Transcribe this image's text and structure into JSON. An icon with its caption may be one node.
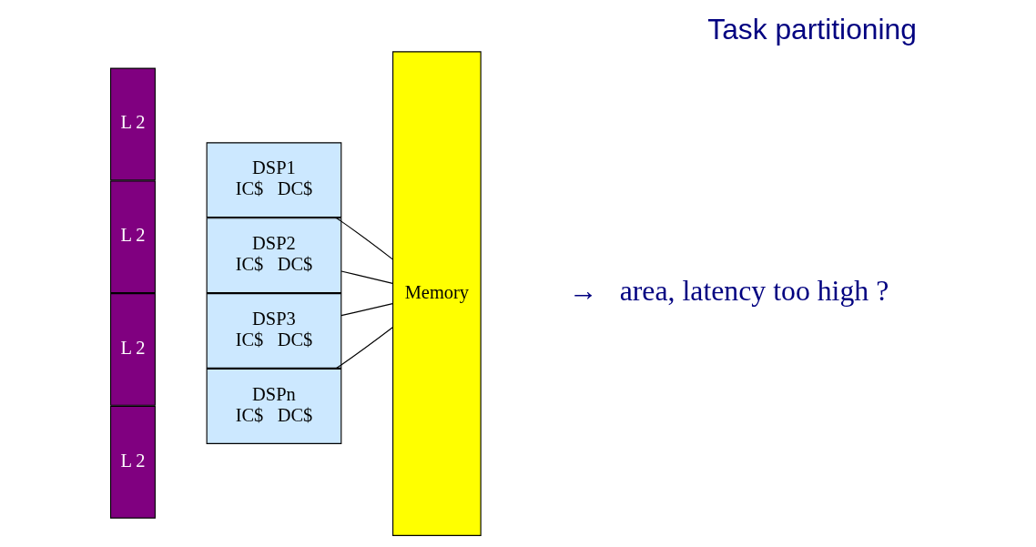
{
  "diagram": {
    "title": "Task partitioning",
    "nodes": [
      {
        "text": [
          "L 2"
        ]
      },
      {
        "text": [
          "L 2"
        ]
      },
      {
        "text": [
          "L 2"
        ]
      },
      {
        "text": [
          "L 2"
        ]
      },
      {
        "text": [
          "DSP1",
          "IC$   DC$"
        ]
      },
      {
        "text": [
          "DSP2",
          "IC$   DC$"
        ]
      },
      {
        "text": [
          "DSP3",
          "IC$   DC$"
        ]
      },
      {
        "text": [
          "DSPn",
          "IC$   DC$"
        ]
      },
      {
        "text": [
          "Memory"
        ]
      }
    ],
    "edges": [
      {
        "from": 4,
        "to": 8,
        "arrow": "none"
      },
      {
        "from": 5,
        "to": 8,
        "arrow": "none"
      },
      {
        "from": 6,
        "to": 8,
        "arrow": "none"
      },
      {
        "from": 7,
        "to": 8,
        "arrow": "none"
      }
    ],
    "labels": [
      "→",
      "area, latency too high ?"
    ]
  }
}
